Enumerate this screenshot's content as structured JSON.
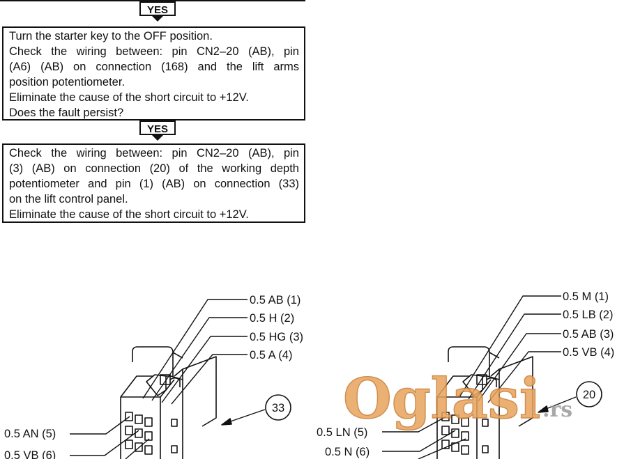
{
  "flow": {
    "yes_label_1": "YES",
    "yes_label_2": "YES",
    "step1_lines": [
      "Turn the starter key to the OFF position.",
      "Check the wiring between: pin CN2–20 (AB), pin",
      "(A6) (AB) on connection (168) and the lift arms",
      "position potentiometer.",
      "Eliminate the cause of the short circuit to +12V.",
      "Does the fault persist?"
    ],
    "step2_lines": [
      "Check the wiring between: pin CN2–20 (AB), pin",
      "(3) (AB) on connection (20) of the working depth",
      "potentiometer and pin (1) (AB) on connection (33)",
      "on the lift control panel.",
      "Eliminate the cause of the short circuit to +12V."
    ]
  },
  "connector_33": {
    "id_label": "33",
    "wire_labels": [
      "0.5 AB (1)",
      "0.5 H (2)",
      "0.5 HG (3)",
      "0.5 A (4)",
      "0.5 AN (5)",
      "0.5 VB (6)"
    ]
  },
  "connector_20": {
    "id_label": "20",
    "wire_labels": [
      "0.5 M (1)",
      "0.5 LB (2)",
      "0.5 AB (3)",
      "0.5 VB (4)",
      "0.5 LN (5)",
      "0.5 N (6)"
    ]
  },
  "watermark": {
    "brand": "Oglasi",
    "suffix": ".rs",
    "color": "#e8a45c"
  }
}
